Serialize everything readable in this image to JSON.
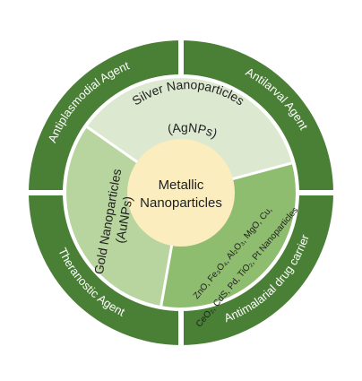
{
  "outer_ring": [
    {
      "id": "antiplasmodial",
      "label": "Antiplasmodial Agent"
    },
    {
      "id": "antilarval",
      "label": "Antilarval Agent"
    },
    {
      "id": "theranostic",
      "label": "Theranostic Agent"
    },
    {
      "id": "antimalarial",
      "label": "Antimalarial drug carrier"
    }
  ],
  "middle_ring": [
    {
      "id": "silver",
      "lines": [
        "Silver Nanoparticles",
        "(AgNPs)"
      ]
    },
    {
      "id": "gold",
      "lines": [
        "Gold Nanoparticles",
        "(AuNPs)"
      ]
    },
    {
      "id": "others",
      "lines": [
        "CeO₂, CdS, Pd, TiO₂, Pt Nanoparticles",
        "ZnO, Fe₃O₄, Al₂O₃, MgO, Cu,"
      ]
    }
  ],
  "center": {
    "lines": [
      "Metallic",
      "Nanoparticles"
    ]
  },
  "colors": {
    "outer_ring": "#4a7f36",
    "silver_wedge": "#dce9d0",
    "gold_wedge": "#b8d59f",
    "others_wedge": "#8fbd70",
    "center_fill": "#fbedbd",
    "separator": "#ffffff"
  }
}
